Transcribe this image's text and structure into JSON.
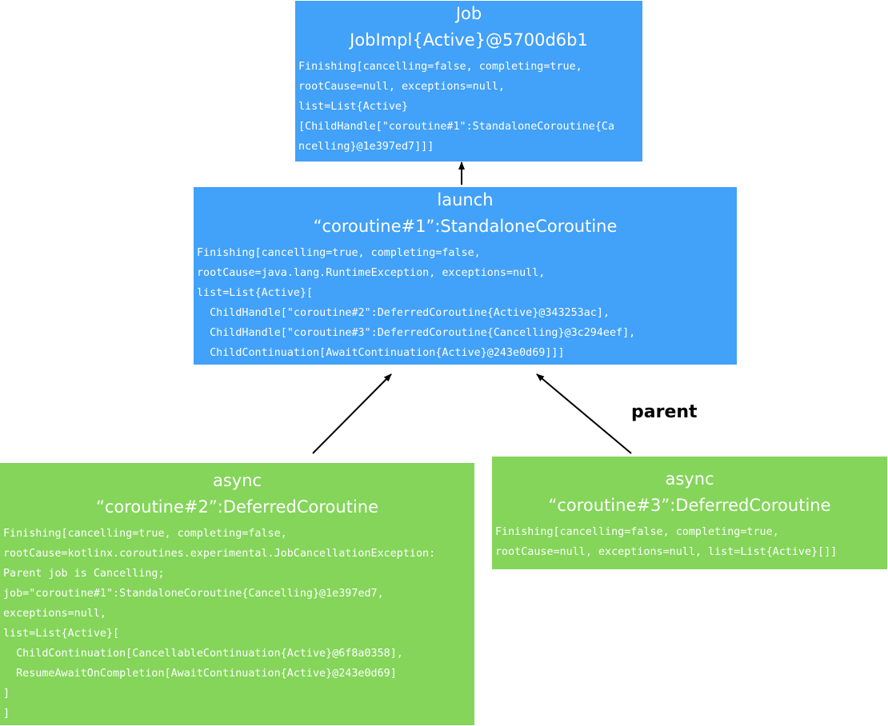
{
  "colors": {
    "job_box": "#42a1f8",
    "launch_box": "#42a1f8",
    "async_box": "#84d55a",
    "text": "#ffffff",
    "arrow": "#000000"
  },
  "job": {
    "title": "Job",
    "subtitle": "JobImpl{Active}@5700d6b1",
    "details": "Finishing[cancelling=false, completing=true,\nrootCause=null, exceptions=null,\nlist=List{Active}\n[ChildHandle[\"coroutine#1\":StandaloneCoroutine{Ca\nncelling}@1e397ed7]]]"
  },
  "launch": {
    "title": "launch",
    "subtitle": "“coroutine#1”:StandaloneCoroutine",
    "details": "Finishing[cancelling=true, completing=false,\nrootCause=java.lang.RuntimeException, exceptions=null,\nlist=List{Active}[\n  ChildHandle[\"coroutine#2\":DeferredCoroutine{Active}@343253ac],\n  ChildHandle[\"coroutine#3\":DeferredCoroutine{Cancelling}@3c294eef],\n  ChildContinuation[AwaitContinuation{Active}@243e0d69]]]"
  },
  "async2": {
    "title": "async",
    "subtitle": "“coroutine#2”:DeferredCoroutine",
    "details": "Finishing[cancelling=true, completing=false,\nrootCause=kotlinx.coroutines.experimental.JobCancellationException:\nParent job is Cancelling;\njob=\"coroutine#1\":StandaloneCoroutine{Cancelling}@1e397ed7,\nexceptions=null,\nlist=List{Active}[\n  ChildContinuation[CancellableContinuation{Active}@6f8a0358],\n  ResumeAwaitOnCompletion[AwaitContinuation{Active}@243e0d69]\n]\n]"
  },
  "async3": {
    "title": "async",
    "subtitle": "“coroutine#3”:DeferredCoroutine",
    "details": "Finishing[cancelling=false, completing=true,\nrootCause=null, exceptions=null, list=List{Active}[]]"
  },
  "edge_label": "parent"
}
